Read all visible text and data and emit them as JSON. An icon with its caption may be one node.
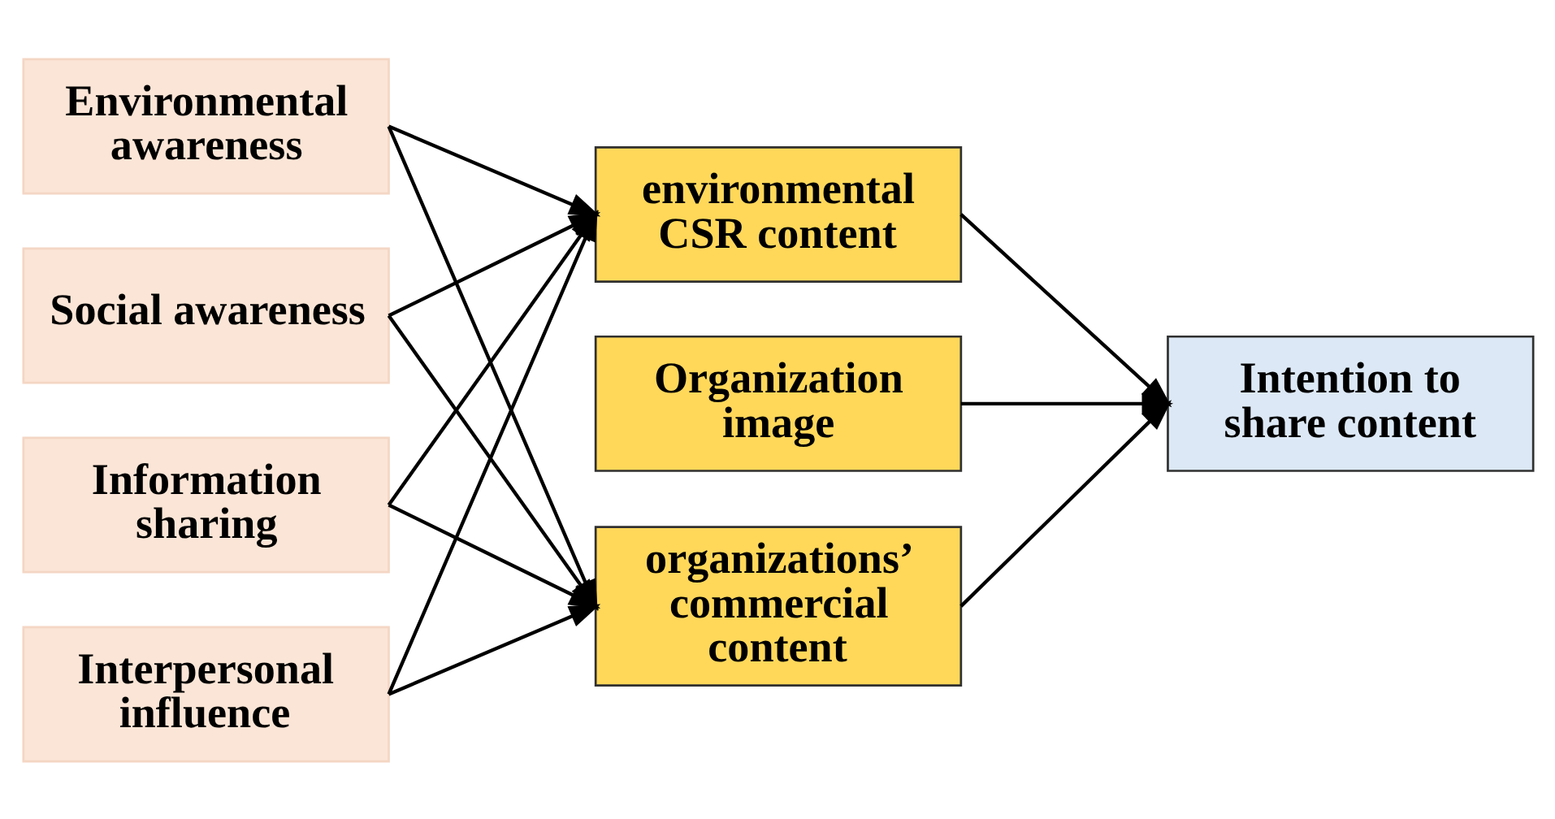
{
  "diagram": {
    "nodes": [
      {
        "text": [
          "Environmental awareness"
        ]
      },
      {
        "text": [
          "Social awareness"
        ]
      },
      {
        "text": [
          "Information sharing"
        ]
      },
      {
        "text": [
          "Interpersonal influence"
        ]
      },
      {
        "text": [
          "environmental CSR content"
        ]
      },
      {
        "text": [
          "Organization image"
        ]
      },
      {
        "text": [
          "organizations’ commercial content"
        ]
      },
      {
        "text": [
          "Intention to share content"
        ]
      }
    ],
    "edges": [
      {
        "from": 0,
        "to": 4,
        "arrow": "to"
      },
      {
        "from": 0,
        "to": 6,
        "arrow": "to"
      },
      {
        "from": 1,
        "to": 4,
        "arrow": "to"
      },
      {
        "from": 1,
        "to": 6,
        "arrow": "to"
      },
      {
        "from": 2,
        "to": 4,
        "arrow": "to"
      },
      {
        "from": 2,
        "to": 6,
        "arrow": "to"
      },
      {
        "from": 3,
        "to": 4,
        "arrow": "to"
      },
      {
        "from": 3,
        "to": 6,
        "arrow": "to"
      },
      {
        "from": 4,
        "to": 7,
        "arrow": "to"
      },
      {
        "from": 5,
        "to": 7,
        "arrow": "to"
      },
      {
        "from": 6,
        "to": 7,
        "arrow": "to"
      }
    ]
  }
}
